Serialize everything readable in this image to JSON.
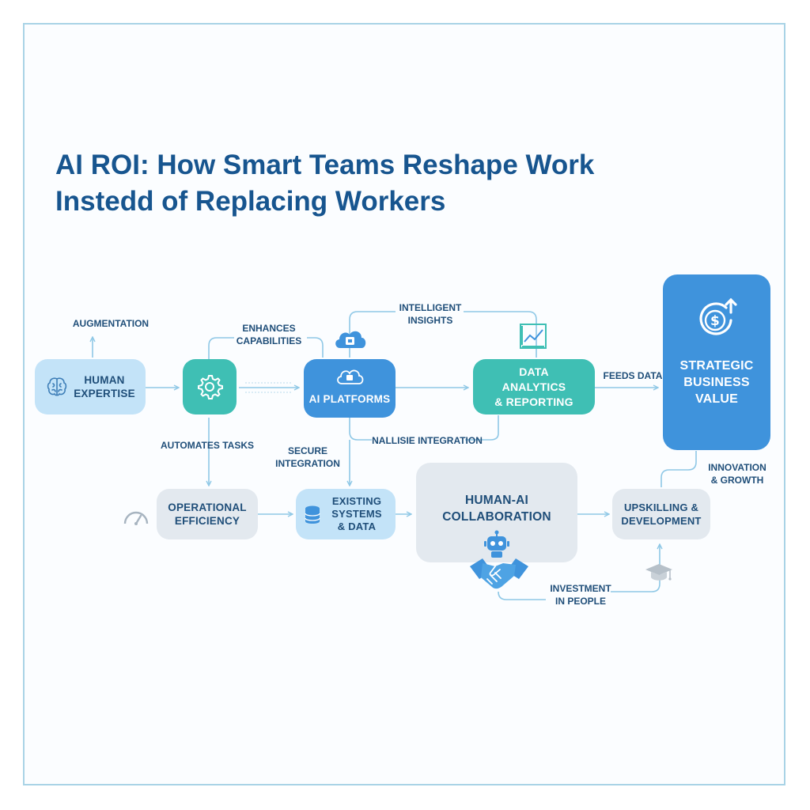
{
  "title": {
    "line1": "AI ROI: How Smart Teams Reshape Work",
    "line2": "Instedd of Replacing Workers"
  },
  "nodes": {
    "human_expertise": "HUMAN\nEXPERTISE",
    "ai_platforms": "AI PLATFORMS",
    "data_analytics": "DATA\nANALYTICS\n& REPORTING",
    "strategic_value": "STRATEGIC\nBUSINESS\nVALUE",
    "operational_efficiency": "OPERATIONAL\nEFFICIENCY",
    "existing_systems": "EXISTING\nSYSTEMS\n& DATA",
    "human_ai_collab": "HUMAN-AI\nCOLLABORATION",
    "upskilling": "UPSKILLING &\nDEVELOPMENT"
  },
  "connector_labels": {
    "augmentation": "AUGMENTATION",
    "enhances": "ENHANCES\nCAPABILITIES",
    "intelligent_insights": "INTELLIGENT\nINSIGHTS",
    "feeds_data": "FEEDS DATA",
    "automates_tasks": "AUTOMATES TASKS",
    "secure_integration": "SECURE\nINTEGRATION",
    "garbled_integration": "NALLISIE INTEGRATION",
    "innovation_growth": "INNOVATION\n& GROWTH",
    "investment_people": "INVESTMENT\nIN PEOPLE"
  },
  "icons": [
    "brain-icon",
    "gear-icon",
    "cloud-chip-icon",
    "cloud-icon",
    "line-chart-icon",
    "dollar-growth-icon",
    "speedometer-icon",
    "database-icon",
    "robot-icon",
    "handshake-icon",
    "graduation-cap-icon"
  ],
  "colors": {
    "title": "#17558f",
    "frame": "#a9d3e6",
    "wire": "#8fc8e6",
    "light_blue": "#c3e3f8",
    "teal": "#3fbfb4",
    "blue": "#3f93dc",
    "grey": "#e3e9ef",
    "text_dark": "#1f4e79"
  }
}
